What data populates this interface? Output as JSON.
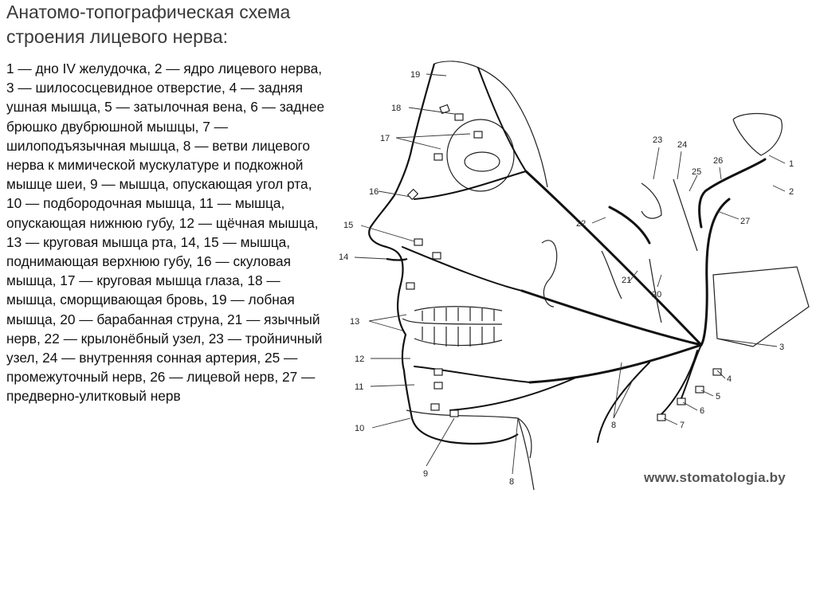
{
  "title": "Анатомо-топографическая схема строения лицевого нерва:",
  "legend": "1 — дно IV желудочка, 2 — ядро лицевого нерва, 3 — шилососцевидное отверстие, 4 — задняя ушная мышца, 5 — затылочная вена, 6 — заднее брюшко двубрюшной мышцы, 7 — шилоподъязычная мышца, 8 — ветви лицевого нерва к мимической мускулатуре и подкожной мышце шеи, 9 — мышца, опускающая угол рта, 10 — подбородочная мышца, 11 — мышца, опускающая нижнюю губу, 12 — щёчная мышца, 13 — круговая мышца рта, 14, 15 — мышца, поднимающая верхнюю губу, 16 — скуловая мышца, 17 — круговая мышца глаза, 18 — мышца, сморщивающая бровь, 19 — лобная мышца, 20 — барабанная струна, 21 — язычный нерв, 22 — крылонёбный узел, 23 — тройничный узел, 24 — внутренняя сонная артерия, 25 — промежуточный нерв, 26 — лицевой нерв, 27 — предверно-улитковый нерв",
  "watermark": "www.stomatologia.by",
  "labels": {
    "n1": "1",
    "n2": "2",
    "n3": "3",
    "n4": "4",
    "n5": "5",
    "n6": "6",
    "n7": "7",
    "n8a": "8",
    "n8b": "8",
    "n9": "9",
    "n10": "10",
    "n11": "11",
    "n12": "12",
    "n13": "13",
    "n14": "14",
    "n15": "15",
    "n16": "16",
    "n17": "17",
    "n18": "18",
    "n19": "19",
    "n20": "20",
    "n21": "21",
    "n22": "22",
    "n23": "23",
    "n24": "24",
    "n25": "25",
    "n26": "26",
    "n27": "27"
  }
}
